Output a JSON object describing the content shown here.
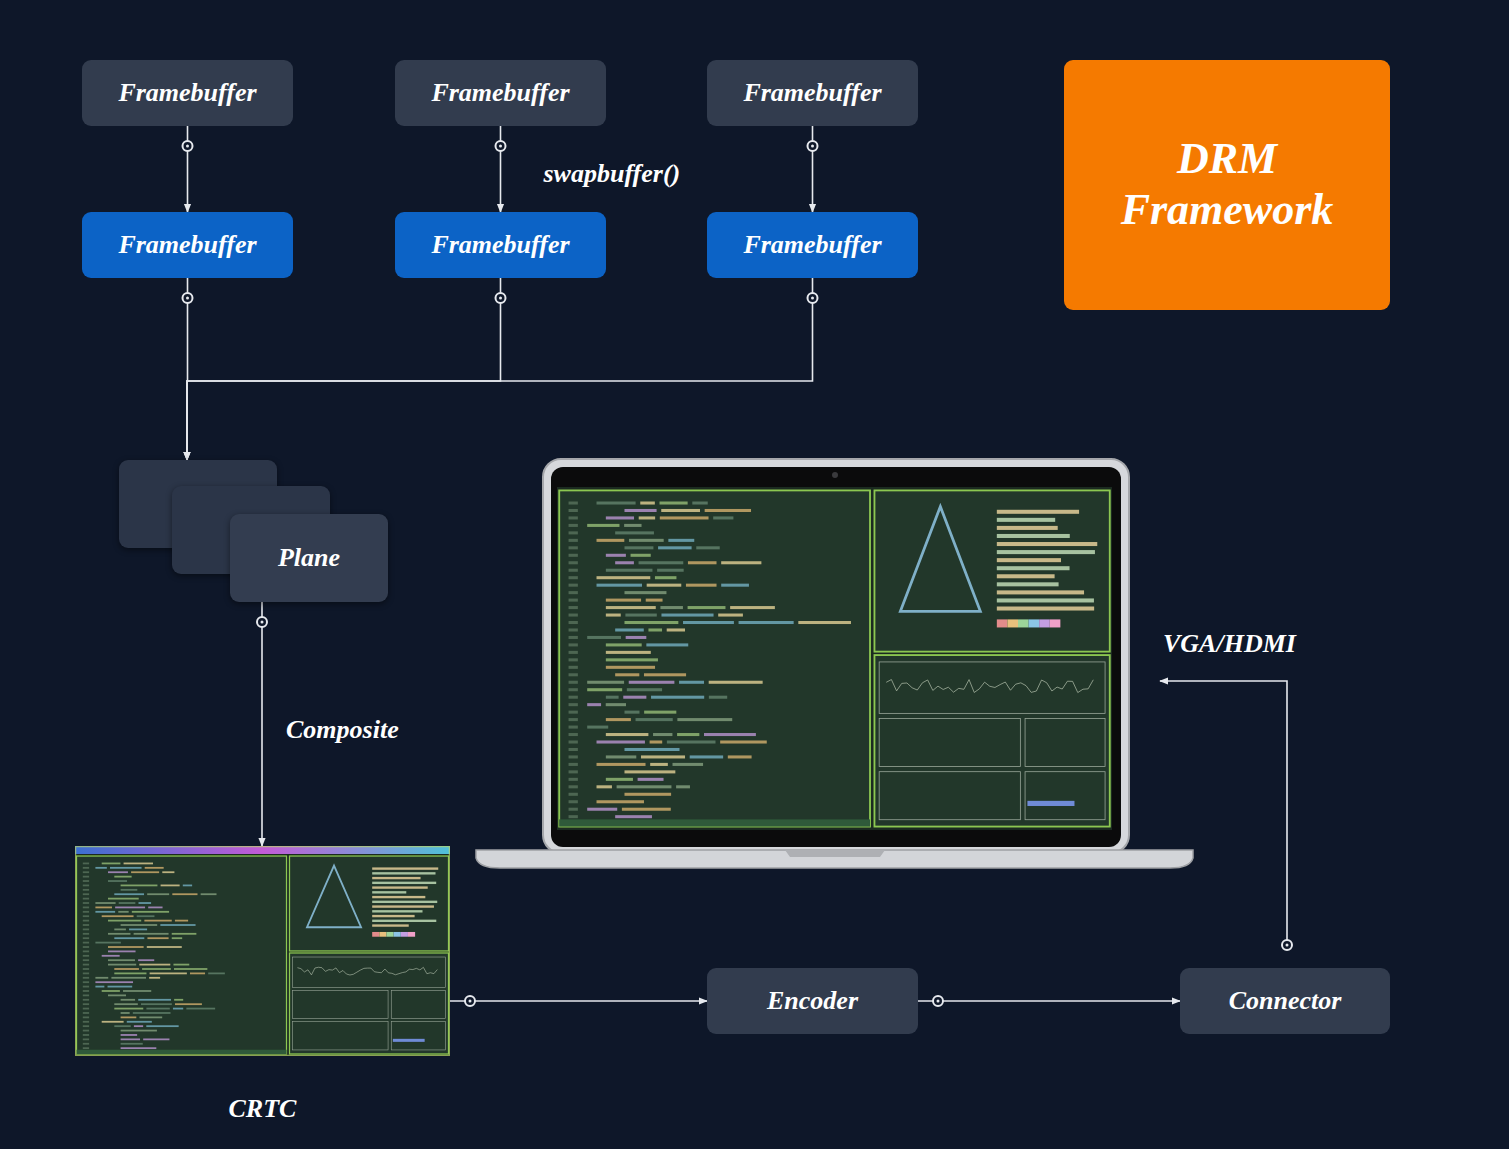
{
  "diagram": {
    "nodes": [
      {
        "text": [
          "Framebuffer"
        ]
      },
      {
        "text": [
          "Framebuffer"
        ]
      },
      {
        "text": [
          "Framebuffer"
        ]
      },
      {
        "text": [
          "DRM Framework"
        ]
      },
      {
        "text": [
          "Framebuffer"
        ]
      },
      {
        "text": [
          "Framebuffer"
        ]
      },
      {
        "text": [
          "Framebuffer"
        ]
      },
      {
        "text": [
          "Plane"
        ]
      },
      {
        "text": [
          "CRTC"
        ]
      },
      {
        "text": [
          "Encoder"
        ]
      },
      {
        "text": [
          "Connector"
        ]
      }
    ],
    "edges": [
      {
        "from": 0,
        "to": 4,
        "arrow": "to"
      },
      {
        "from": 1,
        "to": 5,
        "arrow": "to",
        "label": "swapbuffer()"
      },
      {
        "from": 2,
        "to": 6,
        "arrow": "to"
      },
      {
        "from": 4,
        "to": 7,
        "arrow": "to"
      },
      {
        "from": 5,
        "to": 7,
        "arrow": "to"
      },
      {
        "from": 6,
        "to": 7,
        "arrow": "to"
      },
      {
        "from": 7,
        "to": 8,
        "arrow": "to",
        "label": "Composite"
      },
      {
        "from": 8,
        "to": 9,
        "arrow": "to"
      },
      {
        "from": 9,
        "to": 10,
        "arrow": "to"
      }
    ],
    "labels": [
      "VGA/HDMI"
    ]
  }
}
